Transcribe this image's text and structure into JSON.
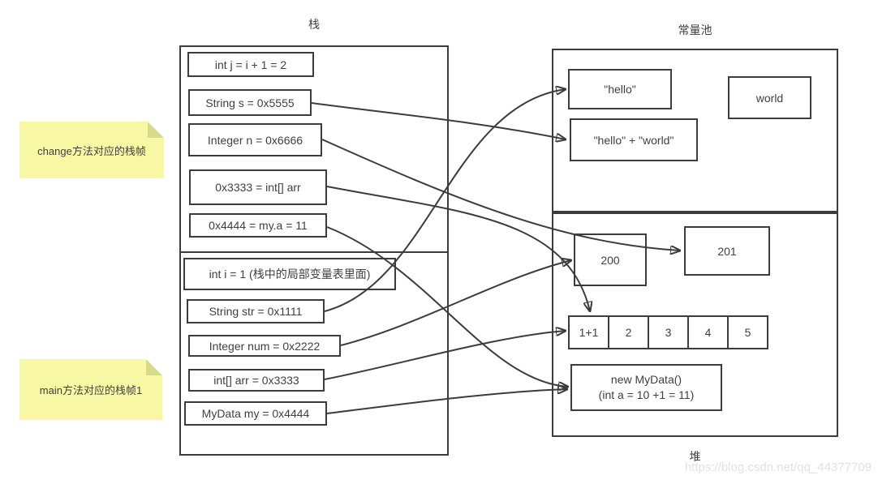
{
  "titles": {
    "stack": "栈",
    "pool": "常量池",
    "heap": "堆"
  },
  "watermark": "https://blog.csdn.net/qq_44377709",
  "notes": {
    "change": "change方法对应的栈帧",
    "main": "main方法对应的栈帧1"
  },
  "stack": {
    "change_frame": {
      "j": "int j = i + 1 = 2",
      "s": "String s = 0x5555",
      "n": "Integer n = 0x6666",
      "arr": "0x3333 = int[] arr",
      "my": "0x4444 = my.a = 11"
    },
    "main_frame": {
      "i": "int i = 1  (栈中的局部变量表里面)",
      "str": "String str = 0x1111",
      "num": "Integer num = 0x2222",
      "arr": "int[] arr = 0x3333",
      "my": "MyData my = 0x4444"
    }
  },
  "pool": {
    "hello": "\"hello\"",
    "world": "world",
    "hello_world": "\"hello\" + \"world\""
  },
  "heap": {
    "v200": "200",
    "v201": "201",
    "array": [
      "1+1",
      "2",
      "3",
      "4",
      "5"
    ],
    "mydata_line1": "new MyData()",
    "mydata_line2": "(int a = 10 +1 = 11)"
  },
  "edges": [
    {
      "from": "String s = 0x5555",
      "to": "\"hello\" + \"world\""
    },
    {
      "from": "Integer n = 0x6666",
      "to": "201"
    },
    {
      "from": "0x3333 = int[] arr",
      "to": "array cell 1+1 (top)"
    },
    {
      "from": "0x4444 = my.a = 11",
      "to": "new MyData()"
    },
    {
      "from": "String str = 0x1111",
      "to": "\"hello\""
    },
    {
      "from": "Integer num = 0x2222",
      "to": "200"
    },
    {
      "from": "int[] arr = 0x3333",
      "to": "array cell 1+1 (left)"
    },
    {
      "from": "MyData my = 0x4444",
      "to": "new MyData()"
    }
  ],
  "colors": {
    "line": "#3c3c3c",
    "note_bg": "#f8f8a4",
    "note_fold": "#d7d98b",
    "watermark_text": "#e2e2e2"
  }
}
